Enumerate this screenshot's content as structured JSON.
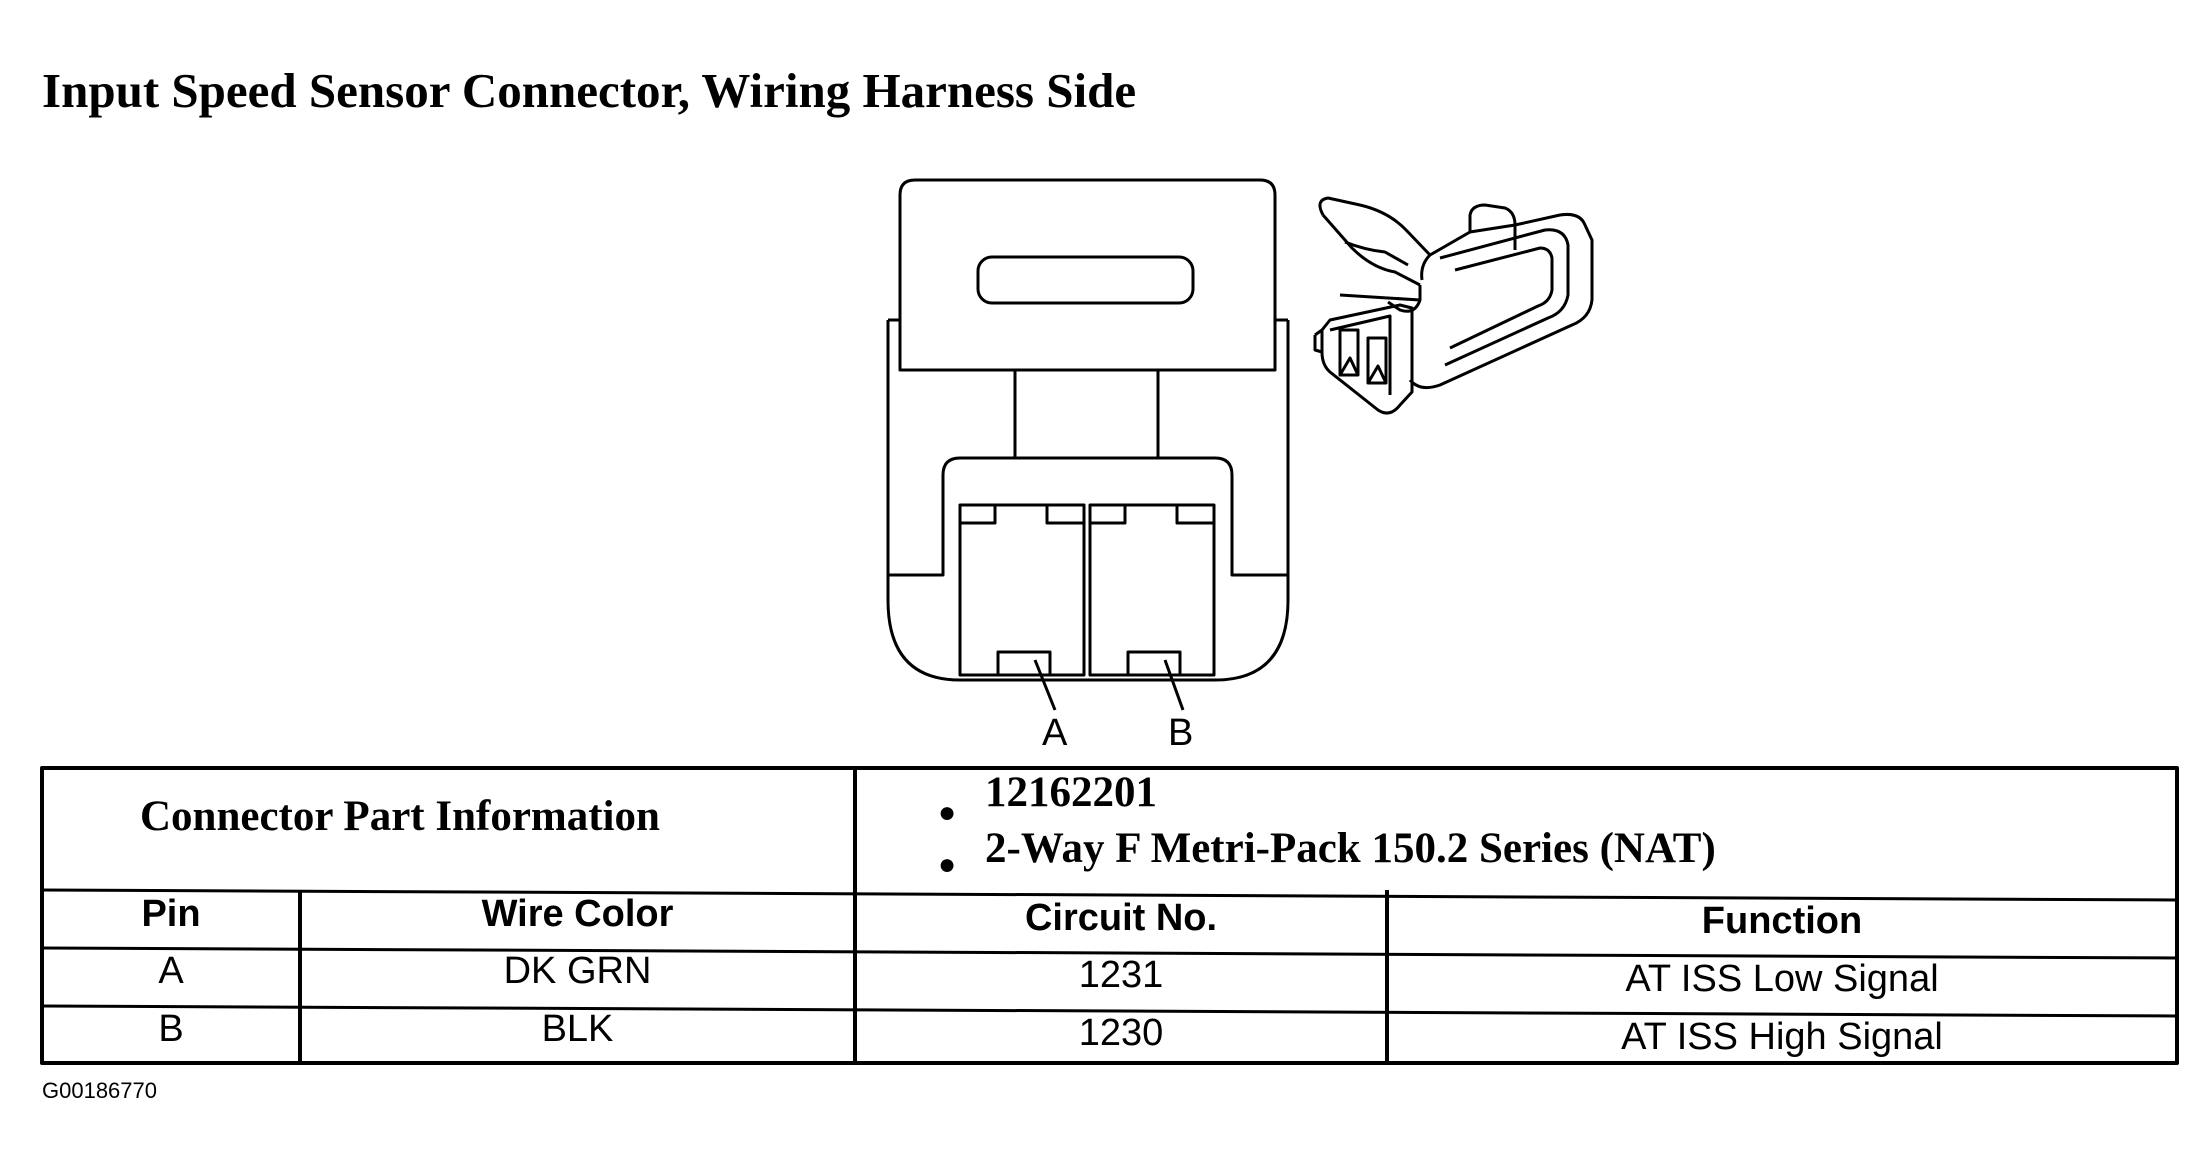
{
  "title": "Input Speed Sensor Connector, Wiring Harness Side",
  "pin_labels": [
    "A",
    "B"
  ],
  "part_info": {
    "label": "Connector Part Information",
    "items": [
      "12162201",
      "2-Way F Metri-Pack 150.2 Series (NAT)"
    ]
  },
  "table": {
    "headers": [
      "Pin",
      "Wire Color",
      "Circuit No.",
      "Function"
    ],
    "rows": [
      {
        "pin": "A",
        "wire_color": "DK GRN",
        "circuit": "1231",
        "function": "AT ISS Low Signal"
      },
      {
        "pin": "B",
        "wire_color": "BLK",
        "circuit": "1230",
        "function": "AT ISS High Signal"
      }
    ]
  },
  "figure_id": "G00186770"
}
